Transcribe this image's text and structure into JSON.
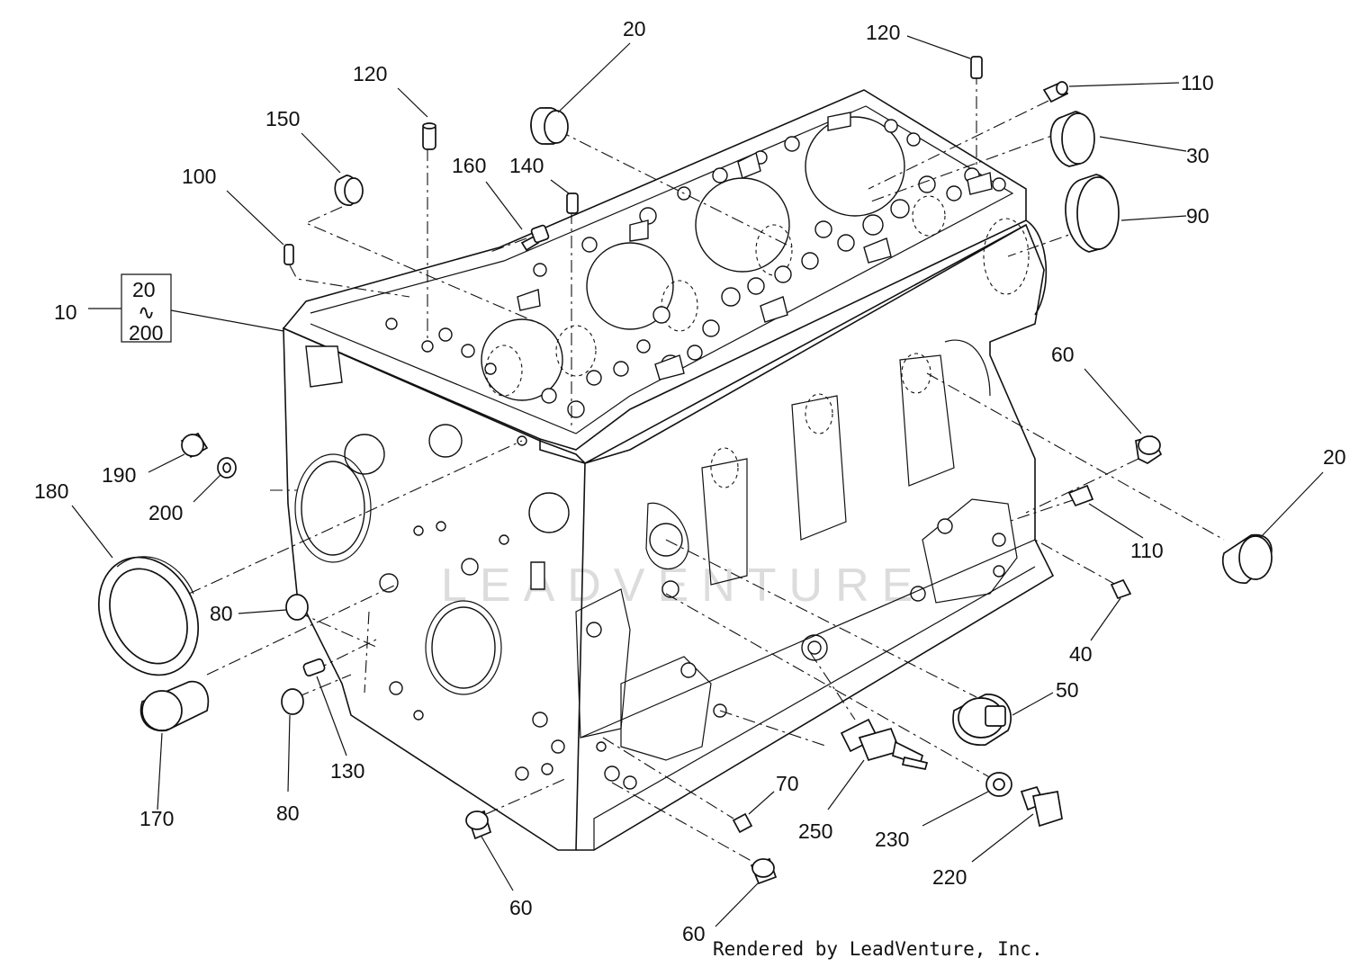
{
  "watermark": "LEADVENTURE",
  "credit": "Rendered by LeadVenture, Inc.",
  "assembly": {
    "label": "10",
    "range_start": "20",
    "range_sep": "∿",
    "range_end": "200"
  },
  "callouts": {
    "c20_top": "20",
    "c120_left": "120",
    "c120_right": "120",
    "c110_top": "110",
    "c150": "150",
    "c100": "100",
    "c160": "160",
    "c140": "140",
    "c30": "30",
    "c90": "90",
    "c60_right": "60",
    "c20_right": "20",
    "c110_right": "110",
    "c190": "190",
    "c200": "200",
    "c180": "180",
    "c80_upper": "80",
    "c80_lower": "80",
    "c130": "130",
    "c170": "170",
    "c40": "40",
    "c50": "50",
    "c70": "70",
    "c250": "250",
    "c230": "230",
    "c220": "220",
    "c60_bottom_left": "60",
    "c60_bottom": "60"
  }
}
